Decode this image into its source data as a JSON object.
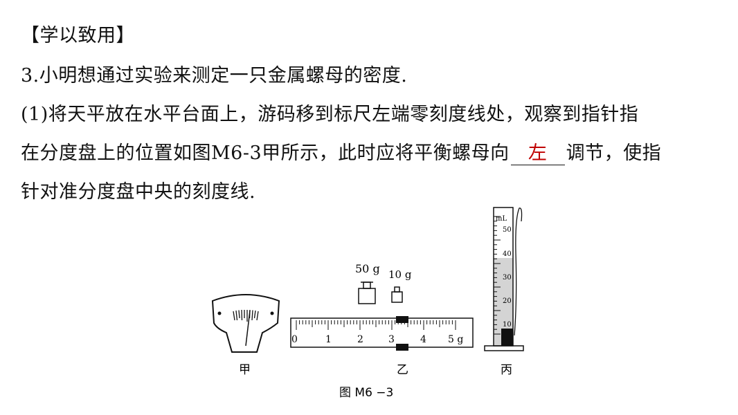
{
  "heading": "【学以致用】",
  "question": {
    "stem": "3.小明想通过实验来测定一只金属螺母的密度.",
    "part1_line1": "(1)将天平放在水平台面上，游码移到标尺左端零刻度线处，观察到指针指",
    "part1_line2_before": "在分度盘上的位置如图M6-3甲所示，此时应将平衡螺母向",
    "answer": "左",
    "part1_line2_after": "调节，使指",
    "part1_line3": "针对准分度盘中央的刻度线."
  },
  "figure": {
    "caption": "图 M6 −3",
    "panel_labels": [
      "甲",
      "乙",
      "丙"
    ],
    "weights": [
      "50 g",
      "10 g"
    ],
    "ruler_labels": [
      "0",
      "1",
      "2",
      "3",
      "4",
      "5 g"
    ],
    "cylinder_unit": "mL",
    "cylinder_labels": [
      "50",
      "40",
      "30",
      "20",
      "10"
    ]
  }
}
